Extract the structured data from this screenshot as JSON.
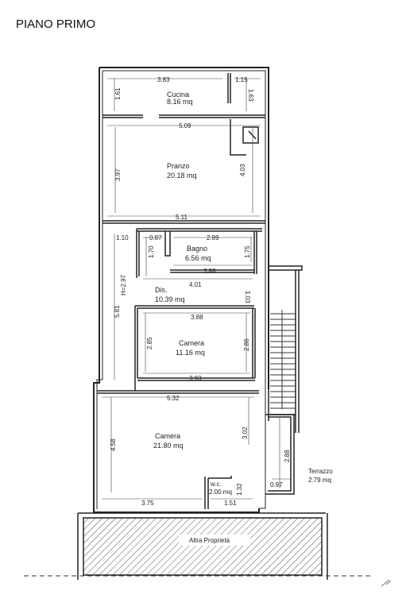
{
  "title": "PIANO PRIMO",
  "rooms": {
    "cucina": {
      "name": "Cucina",
      "area": "8.16 mq"
    },
    "pranzo": {
      "name": "Pranzo",
      "area": "20.18 mq"
    },
    "bagno": {
      "name": "Bagno",
      "area": "6.56 mq"
    },
    "dis": {
      "name": "Dis.",
      "area": "10.39 mq"
    },
    "camera1": {
      "name": "Camera",
      "area": "11.16 mq"
    },
    "camera2": {
      "name": "Camera",
      "area": "21.80 mq"
    },
    "wc": {
      "name": "w.c.",
      "area": "2.00 mq"
    },
    "terrazzo": {
      "name": "Terrazzo",
      "area": "2.79 mq"
    }
  },
  "altra_proprieta": "Altra Proprietà",
  "ceiling_height": "H=2.97",
  "dims": {
    "d383a": "3.83",
    "d115": "1.15",
    "d161": "1.61",
    "d163": "1.63",
    "d509": "5.09",
    "d397": "3.97",
    "d403": "4.03",
    "d511": "5.11",
    "d110": "1.10",
    "d087": "0.87",
    "d289": "2.89",
    "d170": "1.70",
    "d175": "1.75",
    "d388a": "3.88",
    "d401": "4.01",
    "d103": "1.03",
    "d581": "5.81",
    "d388b": "3.88",
    "d285": "2.85",
    "d286": "2.86",
    "d393": "3.93",
    "d532": "5.32",
    "d302": "3.02",
    "d458": "4.58",
    "d288": "2.88",
    "d097": "0.97",
    "d132": "1.32",
    "d375": "3.75",
    "d151": "1.51"
  }
}
